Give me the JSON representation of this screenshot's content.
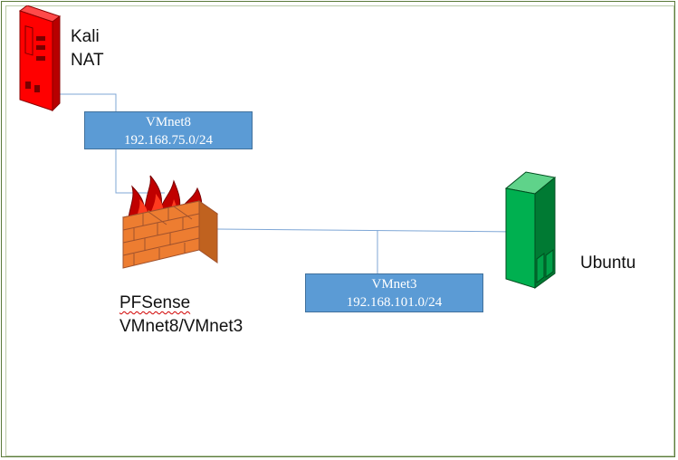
{
  "diagram": {
    "nodes": {
      "kali": {
        "name": "Kali",
        "subtitle": "NAT",
        "icon": "server-tower-icon",
        "color": "#ff0000"
      },
      "pfsense": {
        "name": "PFSense",
        "subtitle": "VMnet8/VMnet3",
        "icon": "firewall-icon",
        "color": "#ed7d31"
      },
      "ubuntu": {
        "name": "Ubuntu",
        "icon": "server-tower-icon",
        "color": "#00b050"
      }
    },
    "networks": {
      "vmnet8": {
        "name": "VMnet8",
        "subnet": "192.168.75.0/24"
      },
      "vmnet3": {
        "name": "VMnet3",
        "subnet": "192.168.101.0/24"
      }
    },
    "colors": {
      "network_box": "#5b9bd5",
      "link_line": "#7fa7d6"
    }
  }
}
